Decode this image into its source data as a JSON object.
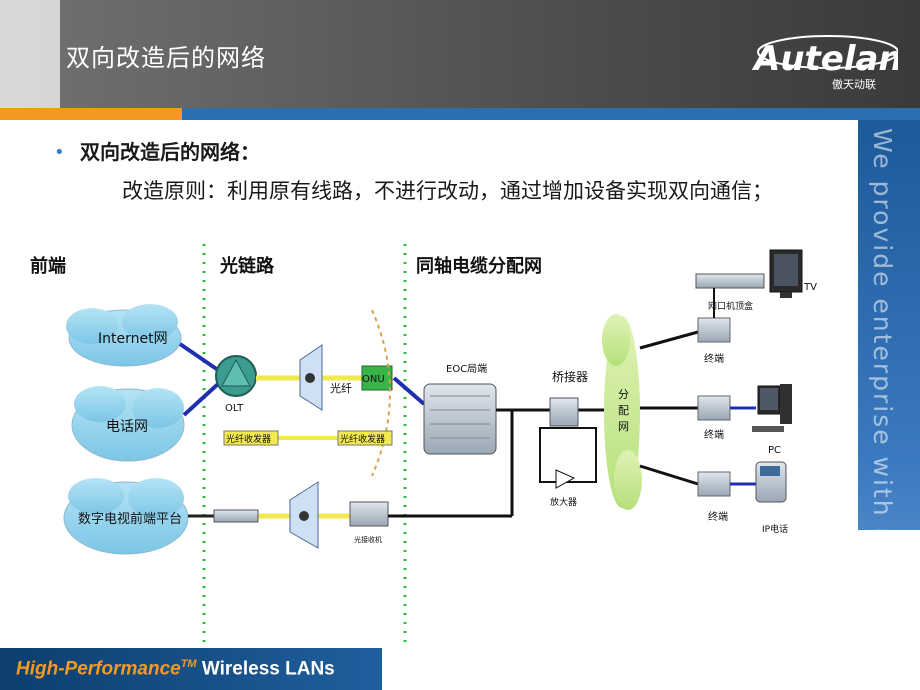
{
  "header": {
    "title": "双向改造后的网络",
    "logo_text": "Autelan",
    "logo_sub": "傲天动联"
  },
  "slogan": "We provide enterprise with new n",
  "content": {
    "heading": "双向改造后的网络：",
    "body": "改造原则：利用原有线路，不进行改动，通过增加设备实现双向通信；"
  },
  "diagram": {
    "sections": [
      "前端",
      "光链路",
      "同轴电缆分配网"
    ],
    "clouds": [
      "Internet网",
      "电话网",
      "数字电视前端平台"
    ],
    "labels": {
      "olt": "OLT",
      "fiber": "光纤",
      "onu": "ONU",
      "transceiver1": "光纤收发器",
      "transceiver2": "光纤收发器",
      "optical_receiver": "光接收机",
      "eoc": "EOC局端",
      "bridge": "桥接器",
      "amplifier": "放大器",
      "distribution": "分配网",
      "stb": "网口机顶盒",
      "tv": "TV",
      "terminal1": "终端",
      "terminal2": "终端",
      "terminal3": "终端",
      "pc": "PC",
      "ip_phone": "IP电话"
    }
  },
  "footer": {
    "brand": "High-Performance",
    "tm": "TM",
    "product": " Wireless LANs"
  },
  "colors": {
    "orange": "#f39a1e",
    "blue": "#2a6fb0",
    "cloud": "#8fd0ec",
    "dashed_green": "#33bb33",
    "fiber_yellow": "#f2e94e"
  }
}
